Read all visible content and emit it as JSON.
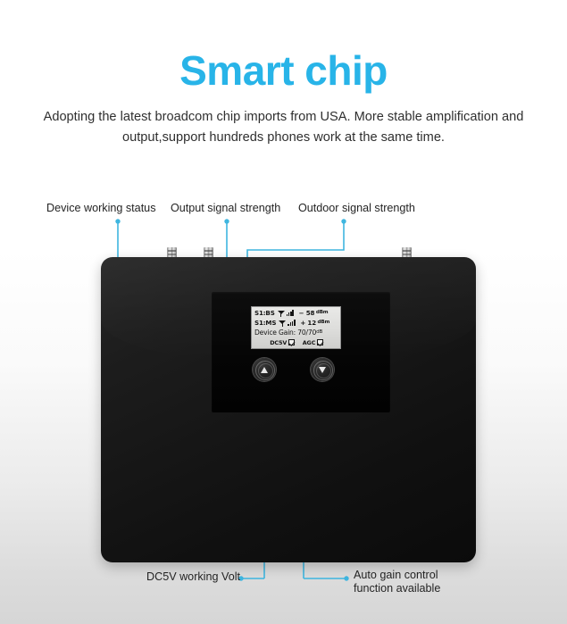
{
  "header": {
    "title": "Smart chip",
    "subtitle": "Adopting the latest broadcom chip imports from USA. More stable amplification and output,support hundreds phones work at the same time.",
    "title_color": "#28b4e8"
  },
  "callouts": {
    "device_working_status": "Device working status",
    "output_signal_strength": "Output signal strength",
    "outdoor_signal_strength": "Outdoor signal strength",
    "dc5v_working_volt": "DC5V working Volt",
    "auto_gain_control": "Auto gain control function available",
    "line_color": "#3fb6e0"
  },
  "device": {
    "body_color": "#131313",
    "lcd": {
      "rows": [
        {
          "label": "S1:BS",
          "antenna_icon": "antenna-icon",
          "bars_icon": "signal-bars-icon",
          "value": "− 58",
          "unit": "dBm"
        },
        {
          "label": "S1:MS",
          "antenna_icon": "antenna-icon",
          "bars_icon": "signal-bars-icon",
          "value": "+ 12",
          "unit": "dBm"
        }
      ],
      "gain_label": "Device Gain: 70/70",
      "gain_unit": "dB",
      "toggles": [
        {
          "label": "DC5V",
          "checked": true
        },
        {
          "label": "AGC",
          "checked": true
        }
      ]
    },
    "buttons": [
      {
        "name": "up-button",
        "glyph": "triangle-up-icon"
      },
      {
        "name": "down-button",
        "glyph": "triangle-down-icon"
      }
    ]
  }
}
